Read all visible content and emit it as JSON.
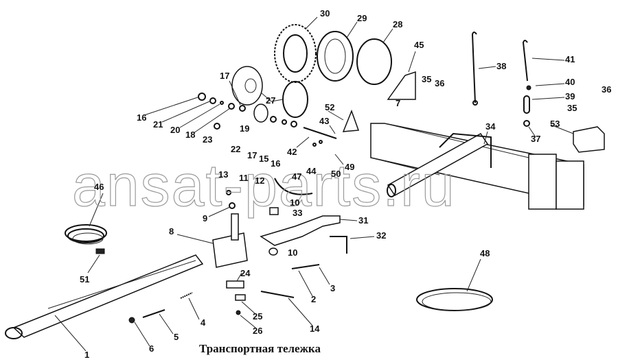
{
  "caption": "Транспортная тележка",
  "watermark": "ansat-parts.ru",
  "labels": [
    "30",
    "29",
    "28",
    "45",
    "38",
    "41",
    "40",
    "39",
    "36",
    "35",
    "53",
    "37",
    "34",
    "35",
    "36",
    "7",
    "52",
    "43",
    "42",
    "44",
    "49",
    "50",
    "47",
    "16",
    "15",
    "17",
    "22",
    "23",
    "18",
    "20",
    "21",
    "16",
    "17",
    "19",
    "27",
    "13",
    "11",
    "12",
    "9",
    "10",
    "33",
    "31",
    "32",
    "10",
    "8",
    "46",
    "51",
    "24",
    "3",
    "2",
    "25",
    "26",
    "14",
    "4",
    "5",
    "6",
    "1",
    "48"
  ]
}
